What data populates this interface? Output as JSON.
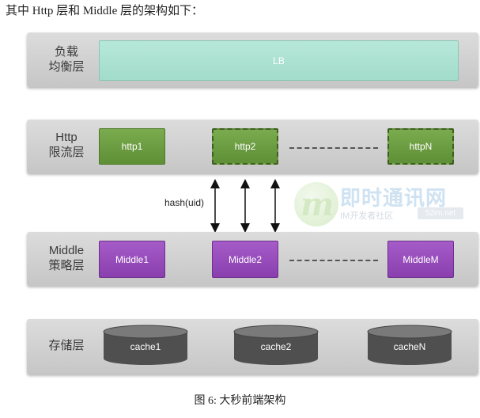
{
  "intro_text": "其中 Http 层和 Middle 层的架构如下：",
  "layers": {
    "lb": {
      "label_line1": "负载",
      "label_line2": "均衡层",
      "box": "LB"
    },
    "http": {
      "label_line1": "Http",
      "label_line2": "限流层",
      "boxes": [
        "http1",
        "http2",
        "httpN"
      ]
    },
    "middle": {
      "label_line1": "Middle",
      "label_line2": "策略层",
      "boxes": [
        "Middle1",
        "Middle2",
        "MiddleM"
      ]
    },
    "storage": {
      "label": "存储层",
      "caches": [
        "cache1",
        "cache2",
        "cacheN"
      ]
    }
  },
  "hash_label": "hash(uid)",
  "caption": "图 6: 大秒前端架构",
  "watermark": {
    "logo_letter": "m",
    "title": "即时通讯网",
    "subtitle": "IM开发者社区",
    "badge": "52im.net"
  },
  "colors": {
    "lb": "#a7dfce",
    "http": "#6b9b40",
    "middle": "#9a4dbf",
    "cache": "#555555",
    "layer_bg": "#d3d3d3"
  }
}
